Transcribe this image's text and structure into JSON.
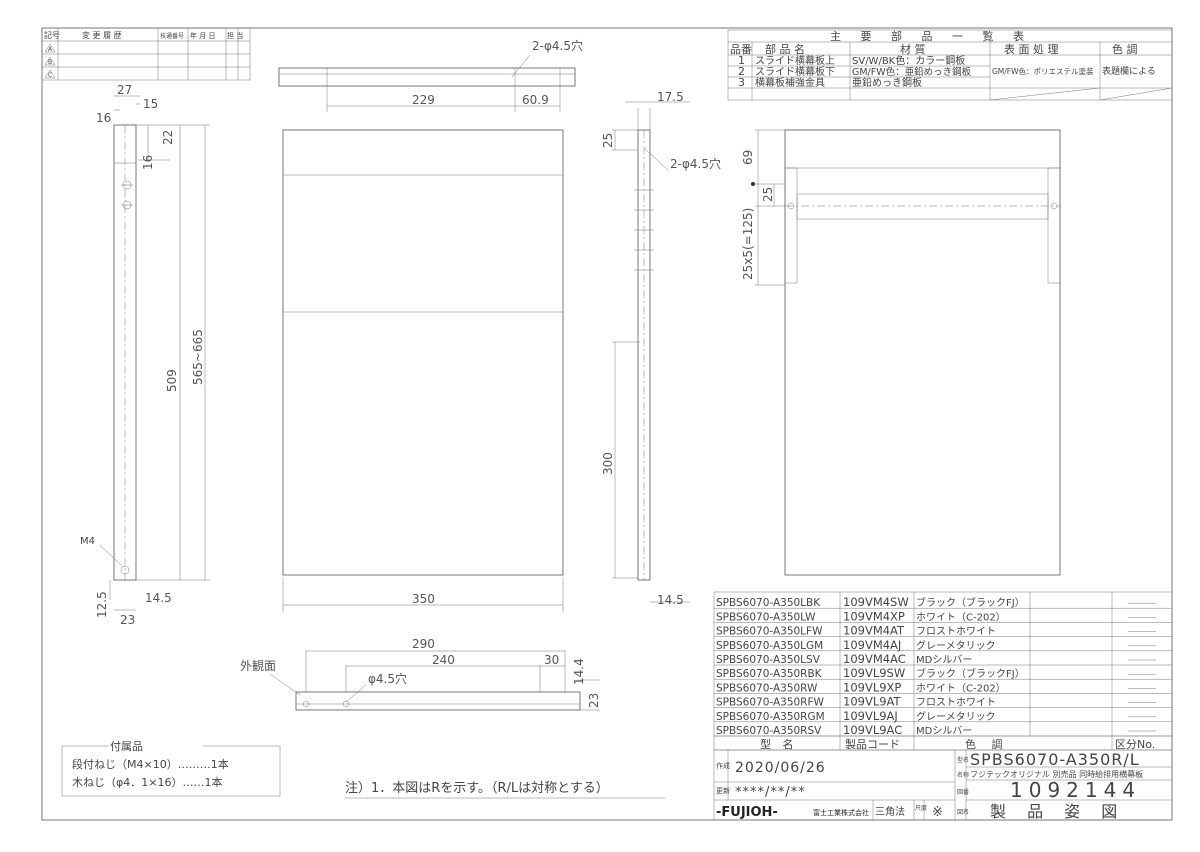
{
  "revision_table": {
    "headers": [
      "記号",
      "変 更 履 歴",
      "技通番号",
      "年 月 日",
      "担 当"
    ],
    "rows": [
      "A",
      "B",
      "C"
    ]
  },
  "parts_table": {
    "title": "主 要 部 品 一 覧 表",
    "headers": [
      "品番",
      "部 品 名",
      "材 質",
      "表 面 処 理",
      "色 調"
    ],
    "rows": [
      {
        "no": "1",
        "name": "スライド横幕板上",
        "material": "SV/W/BK色：カラー鋼板"
      },
      {
        "no": "2",
        "name": "スライド横幕板下",
        "material": "GM/FW色：亜鉛めっき鋼板"
      },
      {
        "no": "3",
        "name": "横幕板補強金具",
        "material": "亜鉛めっき鋼板"
      }
    ],
    "surface_treatment": "GM/FW色：ポリエステル塗装",
    "color": "表題欄による"
  },
  "dimensions": {
    "left_view": [
      "27",
      "15",
      "16",
      "22",
      "16",
      "509",
      "565~665",
      "M4",
      "12.5",
      "14.5",
      "23"
    ],
    "top_view": [
      "2-φ4.5穴",
      "229",
      "60.9"
    ],
    "front_view": [
      "350"
    ],
    "side_view": [
      "17.5",
      "25",
      "2-φ4.5穴",
      "300",
      "14.5"
    ],
    "right_view": [
      "69",
      "25",
      "25x5(=125)"
    ],
    "bottom_view": [
      "290",
      "240",
      "30",
      "14.4",
      "φ4.5穴",
      "23",
      "外観面"
    ]
  },
  "product_list": {
    "rows": [
      {
        "model": "SPBS6070-A350LBK",
        "code": "109VM4SW",
        "color": "ブラック（ブラックFJ）"
      },
      {
        "model": "SPBS6070-A350LW",
        "code": "109VM4XP",
        "color": "ホワイト（C-202）"
      },
      {
        "model": "SPBS6070-A350LFW",
        "code": "109VM4AT",
        "color": "フロストホワイト"
      },
      {
        "model": "SPBS6070-A350LGM",
        "code": "109VM4AJ",
        "color": "グレーメタリック"
      },
      {
        "model": "SPBS6070-A350LSV",
        "code": "109VM4AC",
        "color": "MDシルバー"
      },
      {
        "model": "SPBS6070-A350RBK",
        "code": "109VL9SW",
        "color": "ブラック（ブラックFJ）"
      },
      {
        "model": "SPBS6070-A350RW",
        "code": "109VL9XP",
        "color": "ホワイト（C-202）"
      },
      {
        "model": "SPBS6070-A350RFW",
        "code": "109VL9AT",
        "color": "フロストホワイト"
      },
      {
        "model": "SPBS6070-A350RGM",
        "code": "109VL9AJ",
        "color": "グレーメタリック"
      },
      {
        "model": "SPBS6070-A350RSV",
        "code": "109VL9AC",
        "color": "MDシルバー"
      }
    ],
    "headers": [
      "型 名",
      "製品コード",
      "色 調",
      "区分No."
    ]
  },
  "title_block": {
    "created_label": "作成",
    "created_date": "2020/06/26",
    "updated_label": "更新",
    "updated_date": "****/**/**",
    "model_label": "型名",
    "model": "SPBS6070-A350R/L",
    "name_label": "名称",
    "name": "フジテックオリジナル 別売品 同時給排用横幕板",
    "drawing_no_label": "図番",
    "drawing_no": "1092144",
    "company": "-FUJIOH-",
    "company_jp": "富士工業株式会社",
    "projection": "三角法",
    "scale_label": "尺度",
    "scale": "※",
    "title_label": "図名",
    "title": "製 品 姿 図"
  },
  "accessories": {
    "title": "付属品",
    "items": [
      "段付ねじ（M4×10）………1本",
      "木ねじ（φ4．1×16）……1本"
    ]
  },
  "note": "注）1．本図はRを示す。（R/Lは対称とする）"
}
